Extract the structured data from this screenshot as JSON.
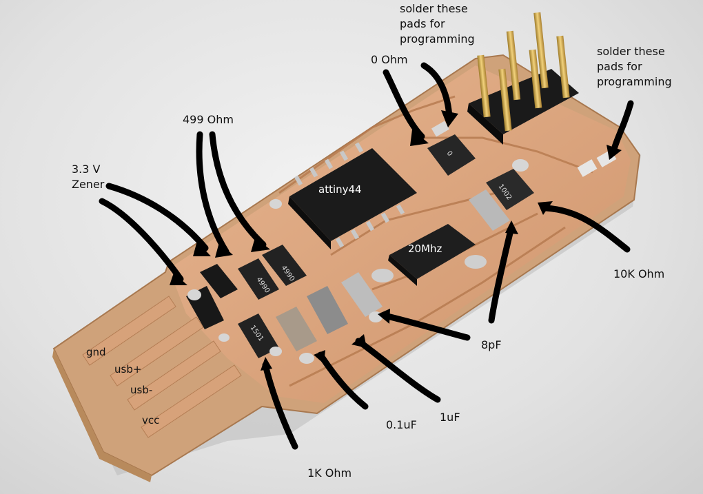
{
  "labels": {
    "solder_pads_1_line1": "solder these",
    "solder_pads_1_line2": "pads for",
    "solder_pads_1_line3": "programming",
    "solder_pads_2_line1": "solder these",
    "solder_pads_2_line2": "pads for",
    "solder_pads_2_line3": "programming",
    "zero_ohm": "0 Ohm",
    "r499": "499 Ohm",
    "zener_line1": "3.3 V",
    "zener_line2": "Zener",
    "attiny": "attiny44",
    "crystal": "20Mhz",
    "r10k": "10K Ohm",
    "cap_8pf": "8pF",
    "cap_1uf": "1uF",
    "cap_01uf": "0.1uF",
    "r1k": "1K Ohm",
    "pad_gnd": "gnd",
    "pad_usb_plus": "usb+",
    "pad_usb_minus": "usb-",
    "pad_vcc": "vcc"
  },
  "component_markings": {
    "r499_top": "4990",
    "r499_bottom": "4990",
    "r10k": "1002",
    "r1k": "1501",
    "zero_ohm": "0"
  }
}
